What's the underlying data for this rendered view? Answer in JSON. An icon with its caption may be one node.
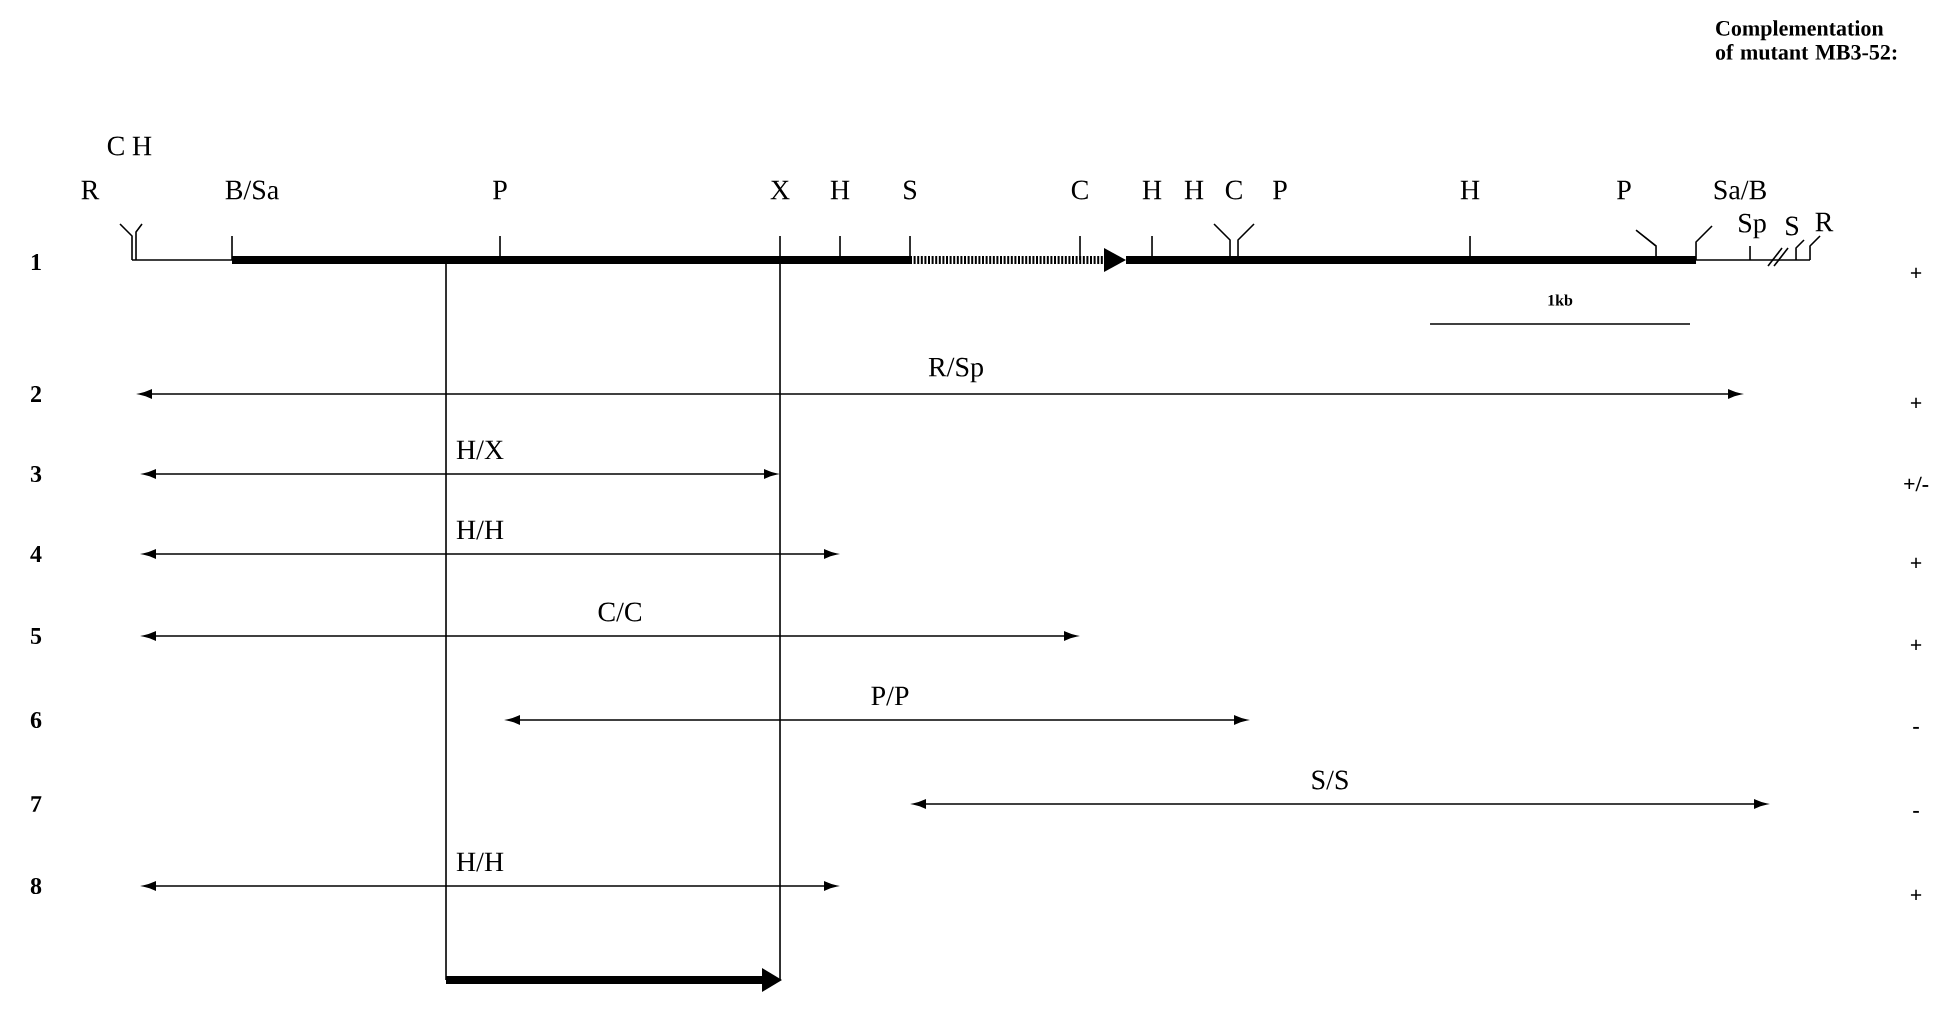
{
  "diagram": {
    "labels": [
      "Complementation of mutant MB3-52:",
      "R",
      "C",
      "H",
      "B/Sa",
      "P",
      "X",
      "H",
      "S",
      "C",
      "H",
      "H",
      "C",
      "P",
      "H",
      "P",
      "Sa/B",
      "Sp",
      "S",
      "R",
      "1",
      "+",
      "1kb",
      "2",
      "R/Sp",
      "+",
      "3",
      "H/X",
      "+/-",
      "4",
      "H/H",
      "+",
      "5",
      "C/C",
      "+",
      "6",
      "P/P",
      "-",
      "7",
      "S/S",
      "-",
      "8",
      "H/H",
      "+"
    ]
  }
}
